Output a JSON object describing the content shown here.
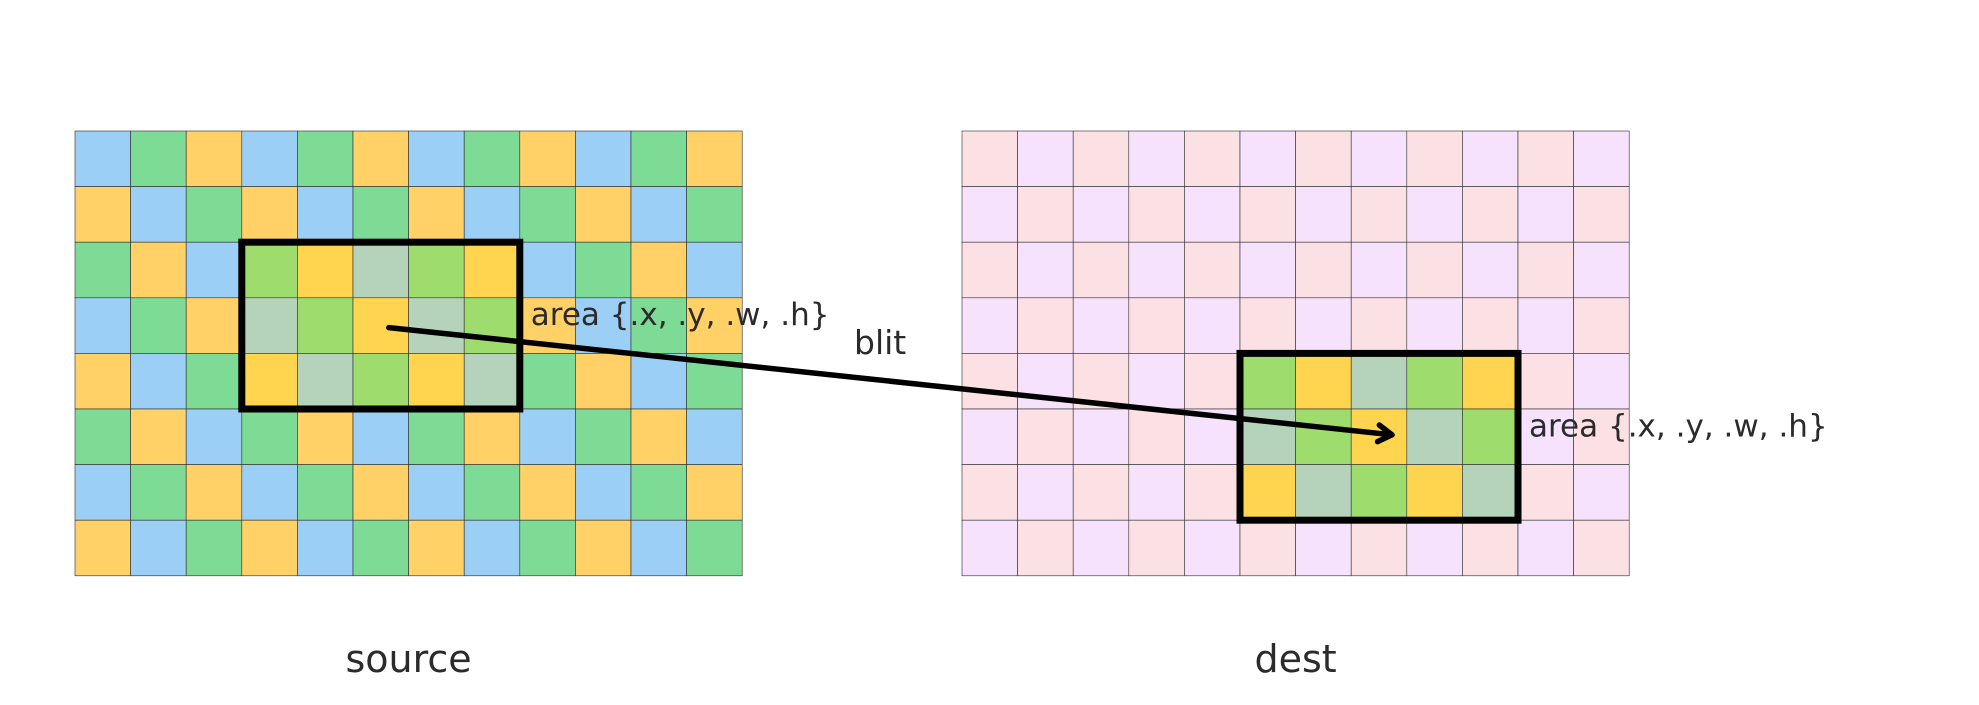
{
  "source": {
    "caption": "source",
    "area_label": "area {.x, .y, .w, .h}",
    "grid": {
      "cols": 12,
      "rows": 8
    },
    "cell_colors": [
      "#9bcff5",
      "#7ddb95",
      "#ffd166"
    ],
    "region": {
      "col": 3,
      "row": 2,
      "cols": 5,
      "rows": 3
    }
  },
  "dest": {
    "caption": "dest",
    "area_label": "area {.x, .y, .w, .h}",
    "grid": {
      "cols": 12,
      "rows": 8
    },
    "cell_colors": [
      "#fce1e4",
      "#f6e2fd"
    ],
    "region": {
      "col": 5,
      "row": 4,
      "cols": 5,
      "rows": 3
    }
  },
  "region_colors": [
    "#9fdc6e",
    "#ffd54f",
    "#b5d3bb"
  ],
  "operation": {
    "label": "blit"
  }
}
